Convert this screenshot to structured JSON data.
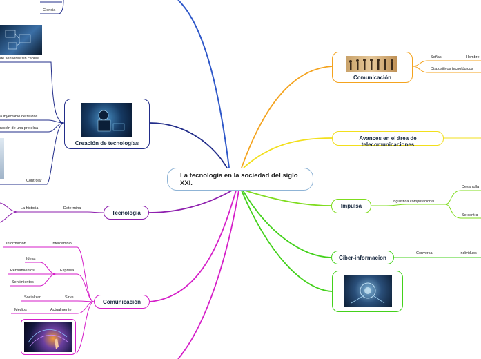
{
  "central": {
    "title": "La tecnología en la sociedad del siglo XXI."
  },
  "right": {
    "comunicacion": {
      "title": "Comunicación",
      "children": [
        "Señas",
        "Dispositivos tecnológicos"
      ],
      "grandchildren": [
        "Hombre"
      ]
    },
    "avances": {
      "title": "Avances en el área de telecomunicaciones"
    },
    "impulsa": {
      "title": "Impulsa",
      "children": [
        "Lingüística computacional"
      ],
      "grandchildren": [
        "Desarrolla",
        "Se centra"
      ]
    },
    "ciber": {
      "title": "Ciber-informacion",
      "children": [
        "Conversa"
      ],
      "grandchildren": [
        "Individuos"
      ]
    }
  },
  "left": {
    "creacion": {
      "title": "Creación de tecnologías",
      "top_items": [
        "Ciencia"
      ],
      "items": [
        "de sensores sin cables",
        "a inyectable de tejidos",
        "ración de una proteína",
        "Controlar"
      ]
    },
    "tecnologia": {
      "title": "Tecnología",
      "children": [
        "Determina"
      ],
      "grandchildren": [
        "La historia"
      ]
    },
    "comunicacion": {
      "title": "Comunicación",
      "children": [
        "Intercambió",
        "Expresa",
        "Sirve",
        "Actualmente"
      ],
      "grandchildren": [
        "Informacion",
        "Ideas",
        "Pensamientos",
        "Sentimientos",
        "Socializar",
        "Medios"
      ]
    }
  },
  "colors": {
    "blue": "#2f58c9",
    "orange": "#f4a31e",
    "yellow": "#f2df1c",
    "green": "#7fdc1e",
    "bright_green": "#43d11b",
    "magenta": "#d51ec8",
    "purple": "#8e1fae",
    "navy": "#222d8a"
  }
}
